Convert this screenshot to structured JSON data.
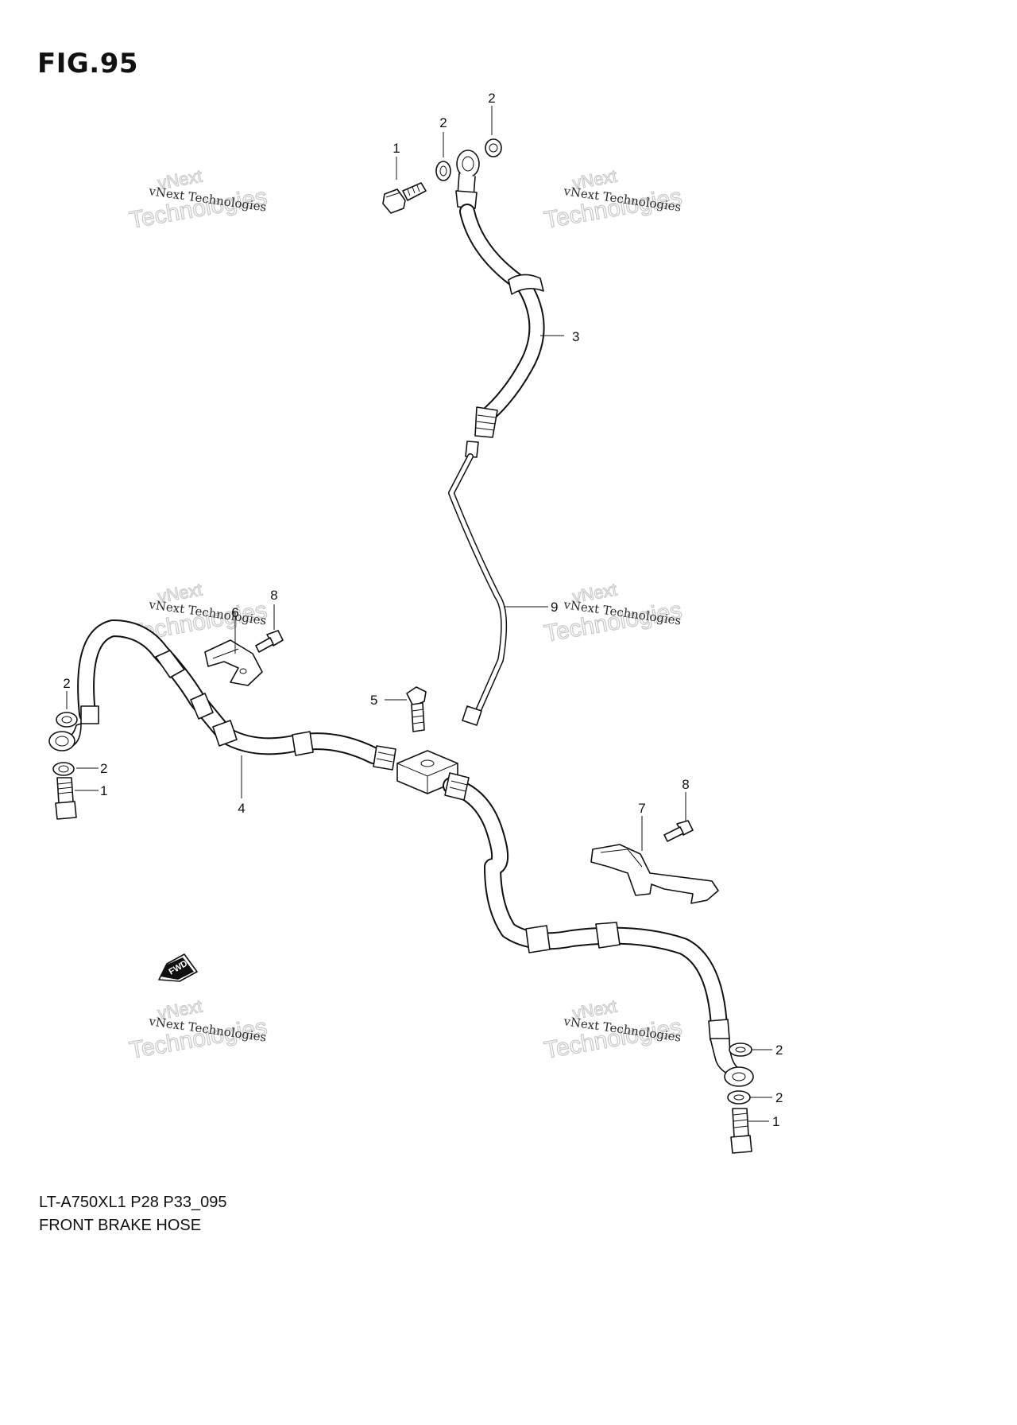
{
  "figure": {
    "number": "FIG.95"
  },
  "caption": {
    "model_code": "LT-A750XL1 P28 P33_095",
    "title": "FRONT BRAKE HOSE"
  },
  "watermark": {
    "line_small": "vNext Technologies",
    "line_large": "Technologies",
    "line_top": "vNext"
  },
  "fwd_label": "FWD",
  "callouts": [
    "1",
    "2",
    "2",
    "3",
    "9",
    "8",
    "6",
    "2",
    "5",
    "2",
    "1",
    "4",
    "8",
    "7",
    "2",
    "2",
    "1"
  ]
}
